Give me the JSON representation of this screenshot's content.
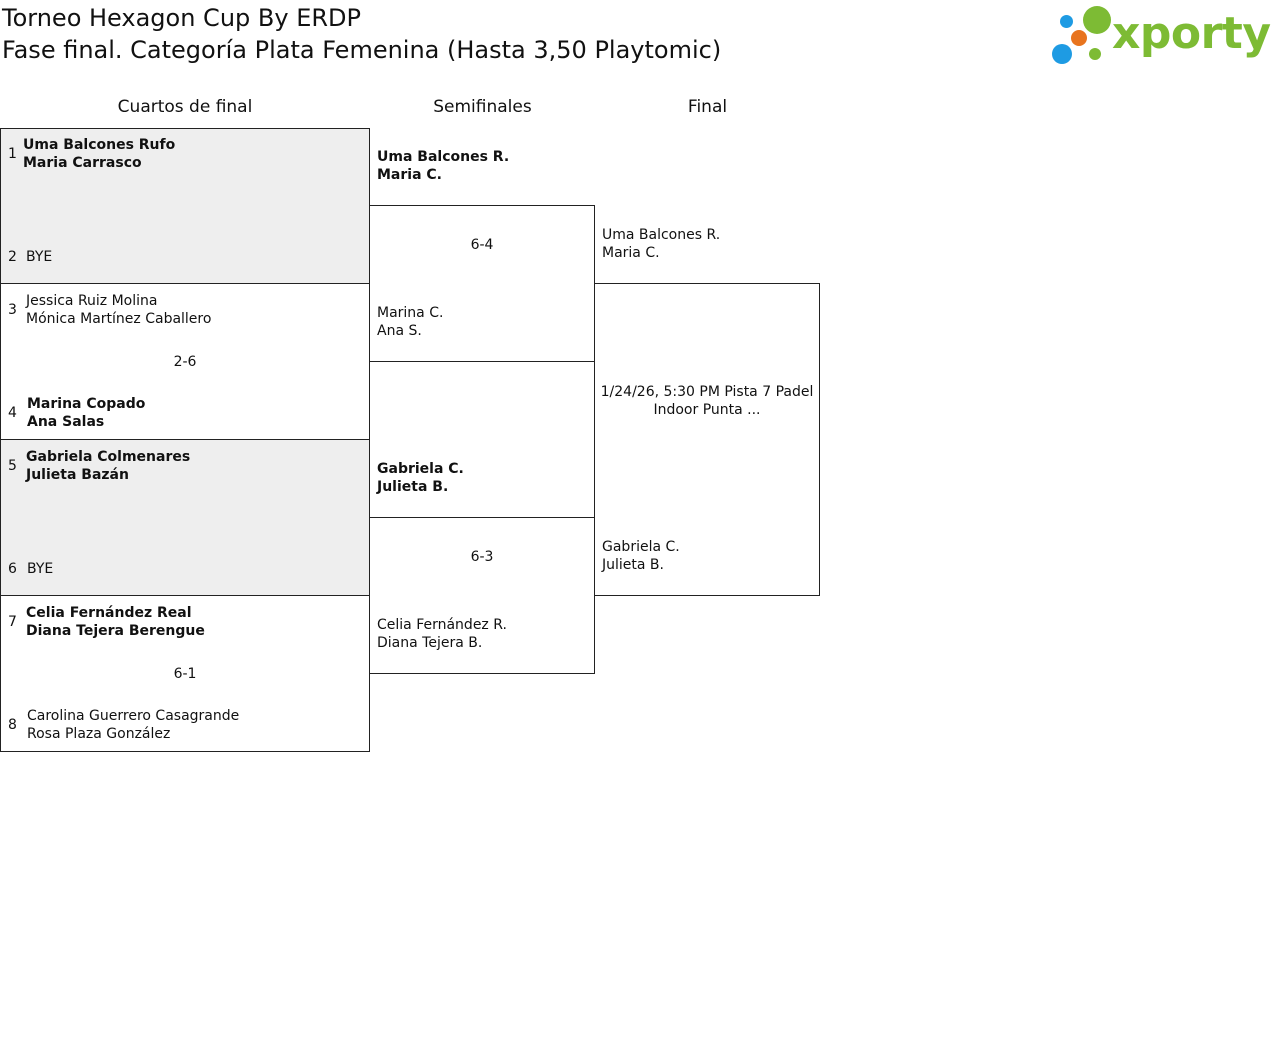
{
  "header": {
    "title": "Torneo Hexagon Cup By ERDP",
    "subtitle": "Fase final. Categoría Plata Femenina (Hasta 3,50 Playtomic)"
  },
  "logo": {
    "text": "xporty",
    "colors": [
      "#1e9be3",
      "#e8741e",
      "#7dbb34"
    ]
  },
  "rounds": {
    "quarterfinals": "Cuartos de final",
    "semifinals": "Semifinales",
    "final": "Final"
  },
  "quarterfinals": [
    {
      "top": {
        "seed": "1",
        "p1": "Uma Balcones Rufo",
        "p2": "Maria Carrasco"
      },
      "bottom": {
        "seed": "2",
        "p1": "BYE",
        "p2": ""
      },
      "score": ""
    },
    {
      "top": {
        "seed": "3",
        "p1": "Jessica Ruiz Molina",
        "p2": "Mónica Martínez Caballero"
      },
      "bottom": {
        "seed": "4",
        "p1": "Marina Copado",
        "p2": "Ana Salas"
      },
      "score": "2-6"
    },
    {
      "top": {
        "seed": "5",
        "p1": "Gabriela Colmenares",
        "p2": "Julieta Bazán"
      },
      "bottom": {
        "seed": "6",
        "p1": "BYE",
        "p2": ""
      },
      "score": ""
    },
    {
      "top": {
        "seed": "7",
        "p1": "Celia Fernández Real",
        "p2": "Diana Tejera Berengue"
      },
      "bottom": {
        "seed": "8",
        "p1": "Carolina Guerrero Casagrande",
        "p2": "Rosa Plaza González"
      },
      "score": "6-1"
    }
  ],
  "semifinals": [
    {
      "top": {
        "p1": "Uma Balcones R.",
        "p2": "Maria C."
      },
      "bottom": {
        "p1": "Marina C.",
        "p2": "Ana S."
      },
      "score": "6-4"
    },
    {
      "top": {
        "p1": "Gabriela C.",
        "p2": "Julieta B."
      },
      "bottom": {
        "p1": "Celia Fernández R.",
        "p2": "Diana Tejera B."
      },
      "score": "6-3"
    }
  ],
  "final": {
    "top": {
      "p1": "Uma Balcones R.",
      "p2": "Maria C."
    },
    "bottom": {
      "p1": "Gabriela C.",
      "p2": "Julieta B."
    },
    "info": "1/24/26, 5:30 PM Pista 7 Padel Indoor Punta ..."
  }
}
